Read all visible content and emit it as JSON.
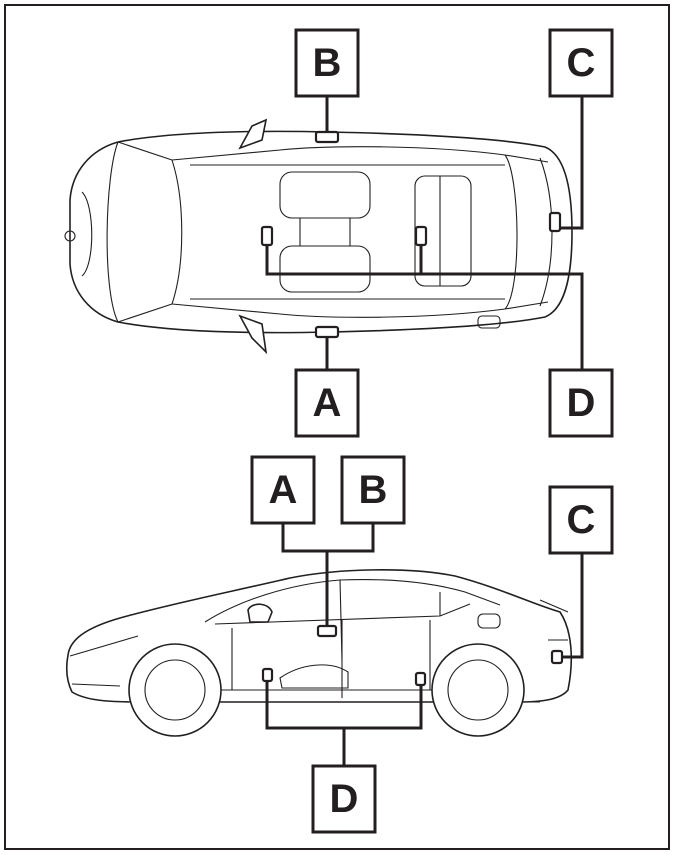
{
  "diagram": {
    "labels": {
      "a": "A",
      "b": "B",
      "c": "C",
      "d": "D"
    },
    "colors": {
      "line": "#231f20",
      "background": "#ffffff"
    }
  }
}
